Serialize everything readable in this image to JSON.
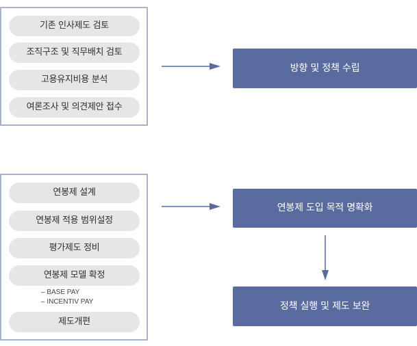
{
  "colors": {
    "panel_border": "#a7b2cc",
    "pill_bg": "#e6e6e6",
    "box_bg": "#596b9f",
    "arrow": "#596b9f"
  },
  "top_group": {
    "items": [
      "기존 인사제도 검토",
      "조직구조 및 직무배치 검토",
      "고용유지비용 분석",
      "여론조사 및 의견제안 접수"
    ],
    "result": "방향 및 정책 수립"
  },
  "bottom_group": {
    "items": [
      "연봉제 설계",
      "연봉제 적용 범위설정",
      "평가제도 정비",
      "연봉제 모델 확정"
    ],
    "sub_items": [
      "– BASE PAY",
      "– INCENTIV PAY"
    ],
    "last_item": "제도개편",
    "result": "연봉제 도입 목적 명확화",
    "final": "정책 실행 및 제도 보완"
  }
}
